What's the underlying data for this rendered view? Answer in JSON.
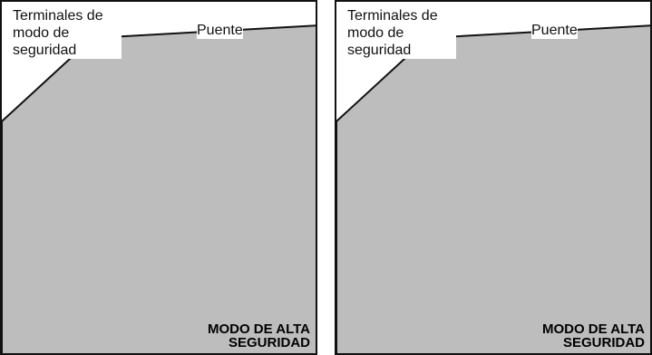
{
  "panels": [
    {
      "terminals_label": "Terminales de modo de seguridad",
      "bridge_label": "Puente",
      "mode_line1": "MODO DE ALTA",
      "mode_line2": "SEGURIDAD"
    },
    {
      "terminals_label": "Terminales de modo de seguridad",
      "bridge_label": "Puente",
      "mode_line1": "MODO DE ALTA",
      "mode_line2": "SEGURIDAD"
    }
  ],
  "colors": {
    "board": "#bdbdbd",
    "board_edge": "#111111",
    "component": "#ffffff",
    "dark_component": "#9a9a9a",
    "trace": "#f2f2f2"
  }
}
